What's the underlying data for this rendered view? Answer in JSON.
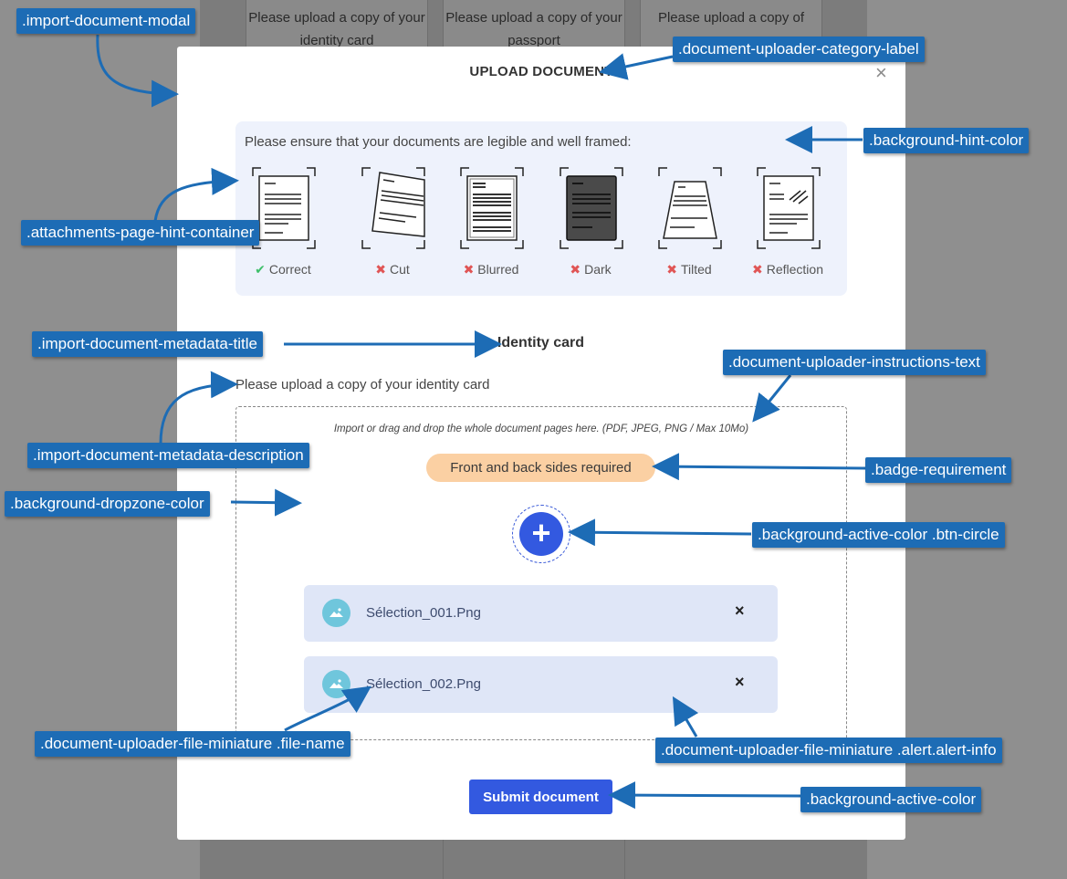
{
  "background_cards": [
    {
      "text": "Please upload a copy of your identity card"
    },
    {
      "text": "Please upload a copy of your passport"
    },
    {
      "text": "Please upload a copy of"
    }
  ],
  "modal": {
    "title": "UPLOAD DOCUMENT",
    "close_label": "×",
    "hint": {
      "text": "Please ensure that your documents are legible and well framed:",
      "items": [
        {
          "label": "Correct",
          "status": "ok"
        },
        {
          "label": "Cut",
          "status": "ko"
        },
        {
          "label": "Blurred",
          "status": "ko"
        },
        {
          "label": "Dark",
          "status": "ko"
        },
        {
          "label": "Tilted",
          "status": "ko"
        },
        {
          "label": "Reflection",
          "status": "ko"
        }
      ]
    },
    "metadata_title": "Identity card",
    "metadata_description": "Please upload a copy of your identity card",
    "dropzone": {
      "instructions": "Import or drag and drop the whole document pages here. (PDF, JPEG, PNG / Max 10Mo)",
      "badge": "Front and back sides required",
      "add_label": "+",
      "files": [
        {
          "name": "Sélection_001.Png",
          "remove": "×"
        },
        {
          "name": "Sélection_002.Png",
          "remove": "×"
        }
      ]
    },
    "submit_label": "Submit document"
  },
  "annotations": {
    "import_document_modal": ".import-document-modal",
    "category_label": ".document-uploader-category-label",
    "hint_color": ".background-hint-color",
    "hint_container": ".attachments-page-hint-container",
    "metadata_title": ".import-document-metadata-title",
    "instructions_text": ".document-uploader-instructions-text",
    "metadata_description": ".import-document-metadata-description",
    "badge_requirement": ".badge-requirement",
    "dropzone_color": ".background-dropzone-color",
    "btn_circle": ".background-active-color .btn-circle",
    "file_name": ".document-uploader-file-miniature .file-name",
    "alert_info": ".document-uploader-file-miniature .alert.alert-info",
    "active_color": ".background-active-color"
  },
  "colors": {
    "active": "#3359e0",
    "hint_bg": "#eef2fc",
    "badge": "#fbd0a3",
    "file_bg": "#dfe6f7",
    "annotation": "#1d6cb5",
    "ok": "#3fbf6a",
    "ko": "#e05555"
  }
}
